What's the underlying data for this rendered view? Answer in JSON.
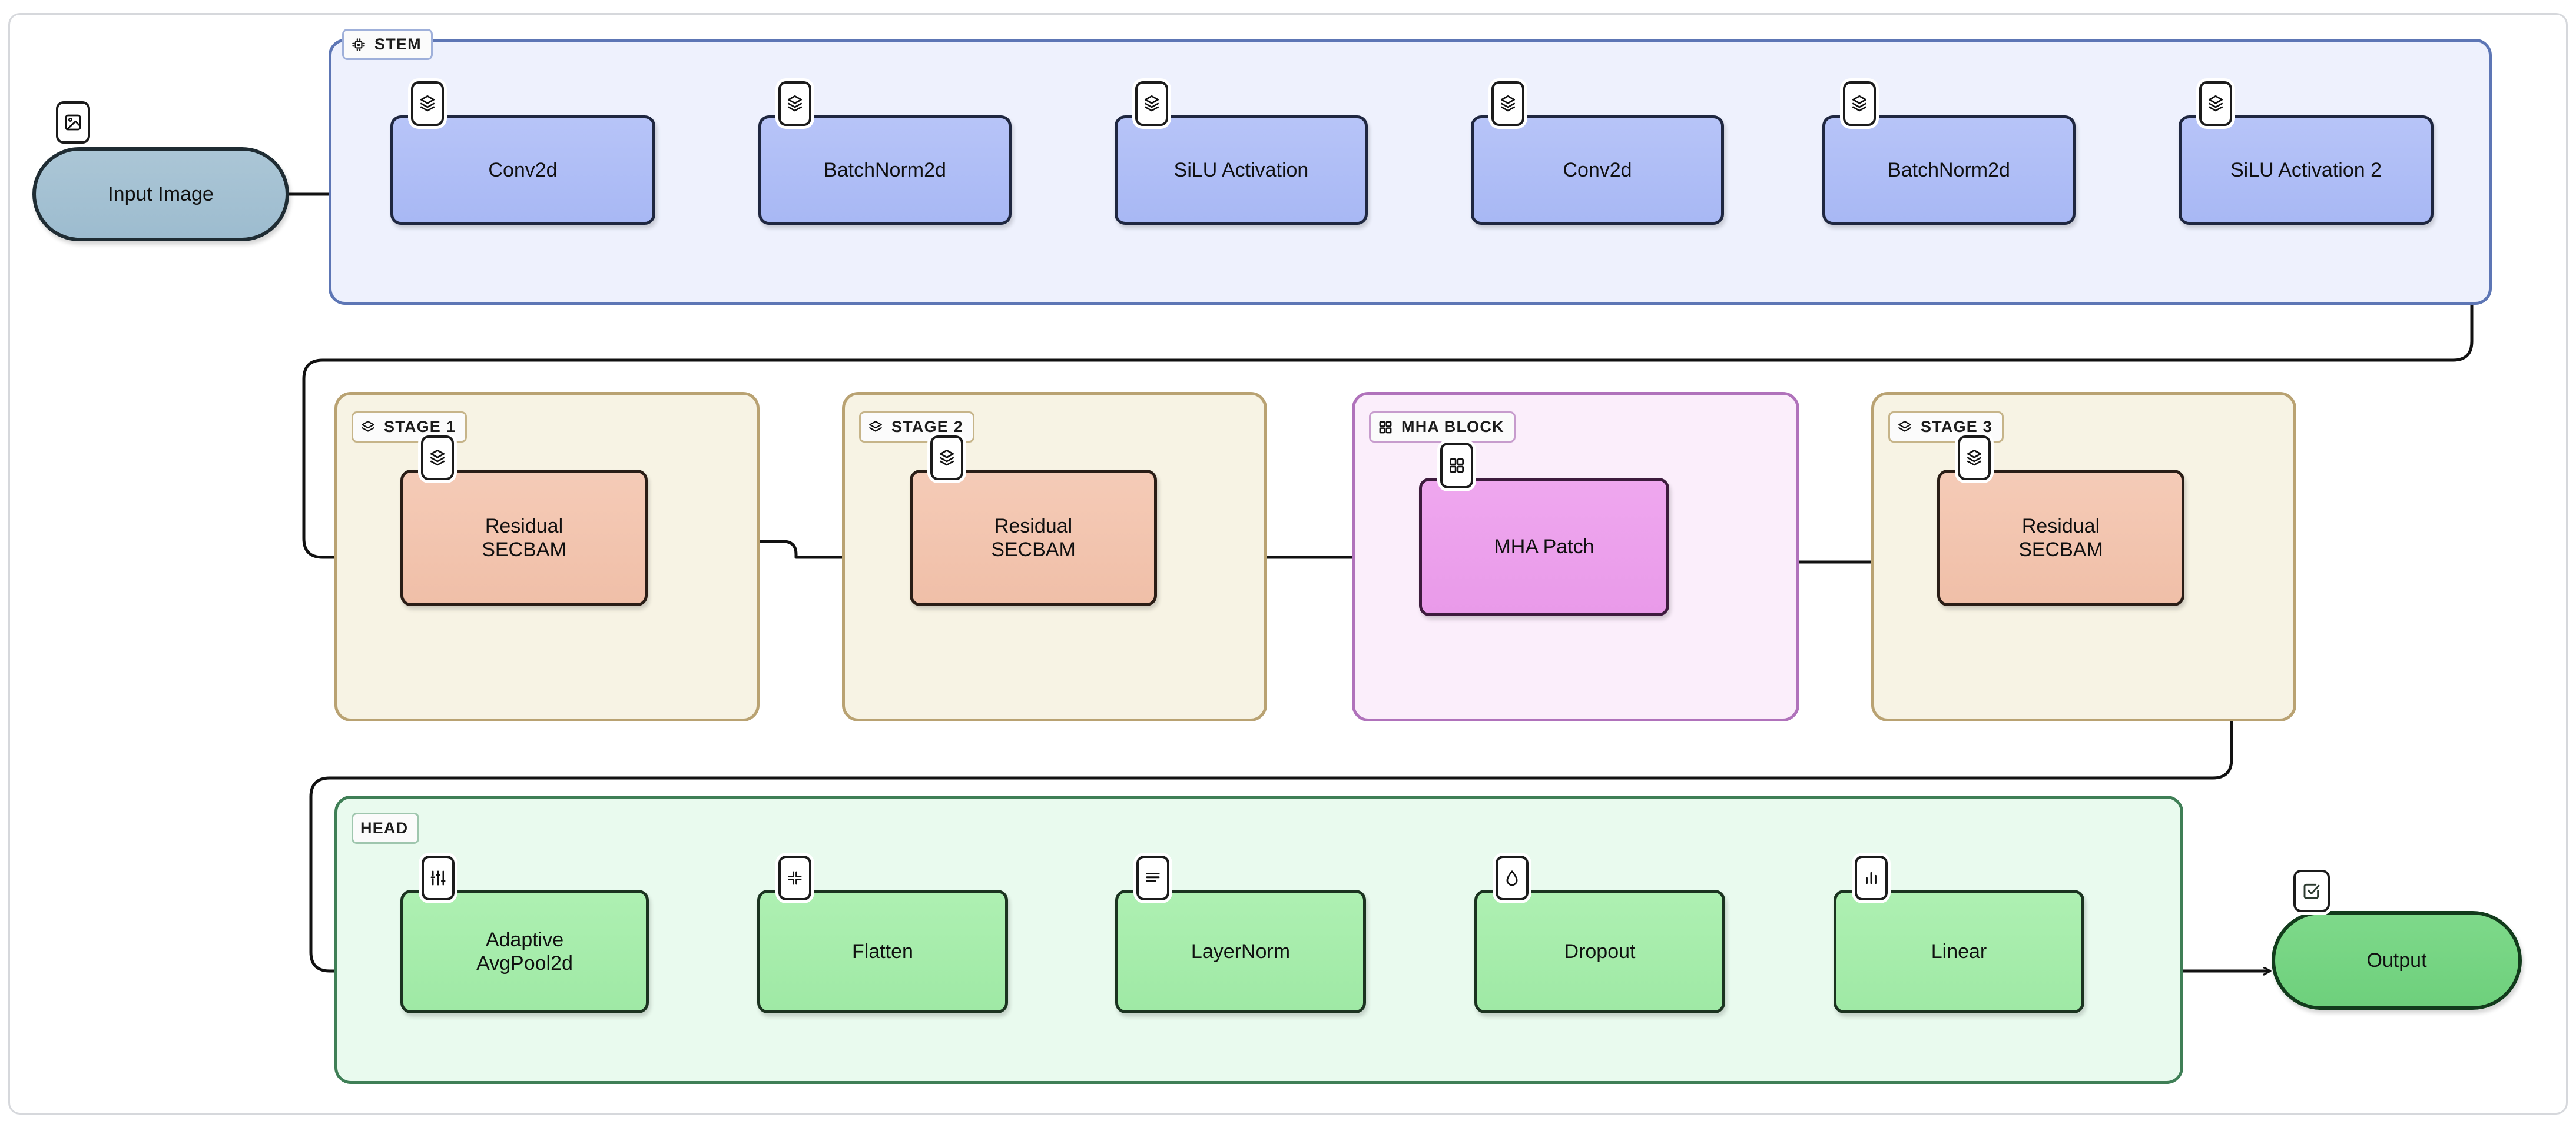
{
  "diagram": {
    "title": "Neural network architecture flow",
    "type": "flowchart",
    "orientation": "left-to-right, serpentine rows",
    "colors": {
      "node_blue_fill": "#aabcf7",
      "node_salmon_fill": "#f2c3ae",
      "node_pink_fill": "#eca0ec",
      "node_green_fill": "#a7eda9",
      "node_input_fill": "#a3c1d3",
      "node_output_fill": "#74d482",
      "group_stem_bg": "#eef1fd",
      "group_stem_border": "#5d76b5",
      "group_stage_bg": "#f7f3e4",
      "group_stage_border": "#b9a272",
      "group_mha_bg": "#fbeefb",
      "group_mha_border": "#b072bb",
      "group_head_bg": "#e9faee",
      "group_head_border": "#3f7f56",
      "edge_stroke": "#111111",
      "canvas_border": "#d6d8dc"
    }
  },
  "terminals": {
    "input": {
      "label": "Input Image",
      "icon": "image-icon"
    },
    "output": {
      "label": "Output",
      "icon": "checkbox-check-icon"
    }
  },
  "groups": [
    {
      "id": "stem",
      "label": "STEM",
      "icon": "chip-icon"
    },
    {
      "id": "stage1",
      "label": "STAGE 1",
      "icon": "layers-icon"
    },
    {
      "id": "stage2",
      "label": "STAGE 2",
      "icon": "layers-icon"
    },
    {
      "id": "mha",
      "label": "MHA BLOCK",
      "icon": "grid-icon"
    },
    {
      "id": "stage3",
      "label": "STAGE 3",
      "icon": "layers-icon"
    },
    {
      "id": "head",
      "label": "HEAD",
      "icon": "none"
    }
  ],
  "nodes": {
    "stem": [
      {
        "id": "conv2d_1",
        "label": "Conv2d",
        "icon": "layers-icon"
      },
      {
        "id": "bn_1",
        "label": "BatchNorm2d",
        "icon": "layers-icon"
      },
      {
        "id": "silu_1",
        "label": "SiLU Activation",
        "icon": "layers-icon"
      },
      {
        "id": "conv2d_2",
        "label": "Conv2d",
        "icon": "layers-icon"
      },
      {
        "id": "bn_2",
        "label": "BatchNorm2d",
        "icon": "layers-icon"
      },
      {
        "id": "silu_2",
        "label": "SiLU Activation 2",
        "icon": "layers-icon"
      }
    ],
    "stage1": [
      {
        "id": "res_secbam_1",
        "label": "Residual\nSECBAM",
        "icon": "layers-icon"
      }
    ],
    "stage2": [
      {
        "id": "res_secbam_2",
        "label": "Residual\nSECBAM",
        "icon": "layers-icon"
      }
    ],
    "mha": [
      {
        "id": "mha_patch",
        "label": "MHA Patch",
        "icon": "grid-icon"
      }
    ],
    "stage3": [
      {
        "id": "res_secbam_3",
        "label": "Residual\nSECBAM",
        "icon": "layers-icon"
      }
    ],
    "head": [
      {
        "id": "adaptive_avgpool",
        "label": "Adaptive\nAvgPool2d",
        "icon": "sliders-icon"
      },
      {
        "id": "flatten",
        "label": "Flatten",
        "icon": "minimize-icon"
      },
      {
        "id": "layernorm",
        "label": "LayerNorm",
        "icon": "text-lines-icon"
      },
      {
        "id": "dropout",
        "label": "Dropout",
        "icon": "droplet-icon"
      },
      {
        "id": "linear",
        "label": "Linear",
        "icon": "bar-chart-icon"
      }
    ]
  },
  "edges": [
    {
      "from": "Input Image",
      "to": "Conv2d"
    },
    {
      "from": "Conv2d",
      "to": "BatchNorm2d"
    },
    {
      "from": "BatchNorm2d",
      "to": "SiLU Activation"
    },
    {
      "from": "SiLU Activation",
      "to": "Conv2d"
    },
    {
      "from": "Conv2d",
      "to": "BatchNorm2d"
    },
    {
      "from": "BatchNorm2d",
      "to": "SiLU Activation 2"
    },
    {
      "from": "SiLU Activation 2",
      "to": "Residual SECBAM"
    },
    {
      "from": "Residual SECBAM",
      "to": "Residual SECBAM"
    },
    {
      "from": "Residual SECBAM",
      "to": "MHA Patch"
    },
    {
      "from": "MHA Patch",
      "to": "Residual SECBAM"
    },
    {
      "from": "Residual SECBAM",
      "to": "Adaptive AvgPool2d"
    },
    {
      "from": "Adaptive AvgPool2d",
      "to": "Flatten"
    },
    {
      "from": "Flatten",
      "to": "LayerNorm"
    },
    {
      "from": "LayerNorm",
      "to": "Dropout"
    },
    {
      "from": "Dropout",
      "to": "Linear"
    },
    {
      "from": "Linear",
      "to": "Output"
    }
  ]
}
